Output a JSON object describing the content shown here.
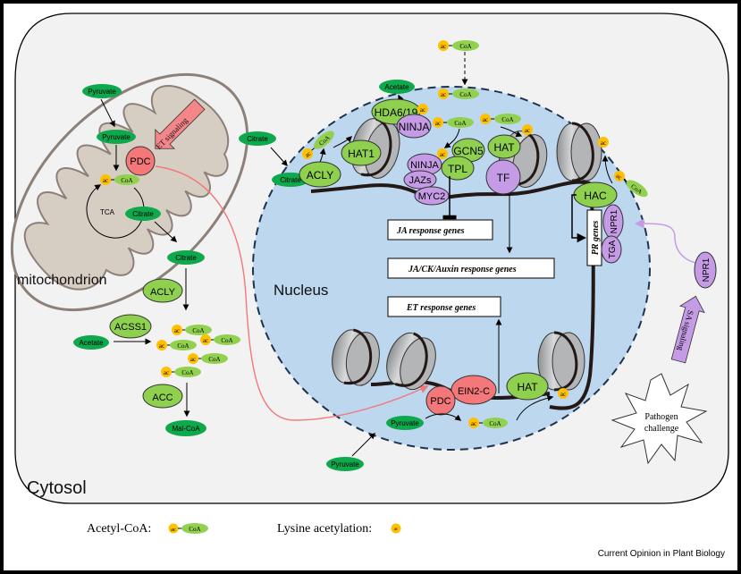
{
  "colors": {
    "cytosol_fill": "#f2f2f2",
    "nucleus_fill": "#bdd7ee",
    "mito_outer": "#8c8079",
    "mito_inner": "#d6cdc3",
    "metabolite_dark_green": "#0ea84d",
    "enzyme_light_green": "#8fd14f",
    "coa_green": "#92d050",
    "ac_orange": "#ffc000",
    "pdc_red": "#f4777a",
    "purple": "#c59be6",
    "et_arrow": "#f4868a",
    "sa_arrow": "#c59be6",
    "pdc_path": "#f4777a",
    "npr1_path": "#c59be6"
  },
  "compartments": {
    "cytosol": "Cytosol",
    "nucleus": "Nucleus",
    "mitochondrion": "mitochondrion"
  },
  "mitochondrion": {
    "pyruvate_out": "Pyruvate",
    "pyruvate_in": "Pyruvate",
    "pdc": "PDC",
    "et_signal": "ET signaling",
    "tca": "TCA",
    "citrate": "Citrate"
  },
  "cytosol": {
    "citrate": "Citrate",
    "acly": "ACLY",
    "acss1": "ACSS1",
    "acetate": "Acetate",
    "acc": "ACC",
    "malcoa": "Mal-CoA",
    "pyruvate": "Pyruvate",
    "npr1": "NPR1",
    "sa_signal": "SA signaling",
    "pathogen": [
      "Pathogen",
      "challenge"
    ]
  },
  "nucleus": {
    "citrate_outside": "Citrate",
    "citrate_inside": "Citrate",
    "acly": "ACLY",
    "hat1": "HAT1",
    "acetate": "Acetate",
    "hda": "HDA6/19",
    "ninja_top": "NINJA",
    "gcn5": "GCN5",
    "tpl": "TPL",
    "ninja": "NINJA",
    "jazs": "JAZs",
    "myc2": "MYC2",
    "hat_top": "HAT",
    "tf": "TF",
    "hac": "HAC",
    "npr1": "NPR1",
    "tga": "TGA",
    "pr_genes": "PR genes",
    "ja_genes": "JA response genes",
    "jack_genes": "JA/CK/Auxin response genes",
    "et_genes": "ET response genes",
    "pdc": "PDC",
    "ein2c": "EIN2-C",
    "hat_bottom": "HAT",
    "pyruvate": "Pyruvate"
  },
  "acetyl": {
    "ac": "ac",
    "coa": "CoA"
  },
  "legend": {
    "acetyl_coa": "Acetyl-CoA:",
    "lysine": "Lysine acetylation:"
  },
  "credit": "Current Opinion in Plant Biology"
}
